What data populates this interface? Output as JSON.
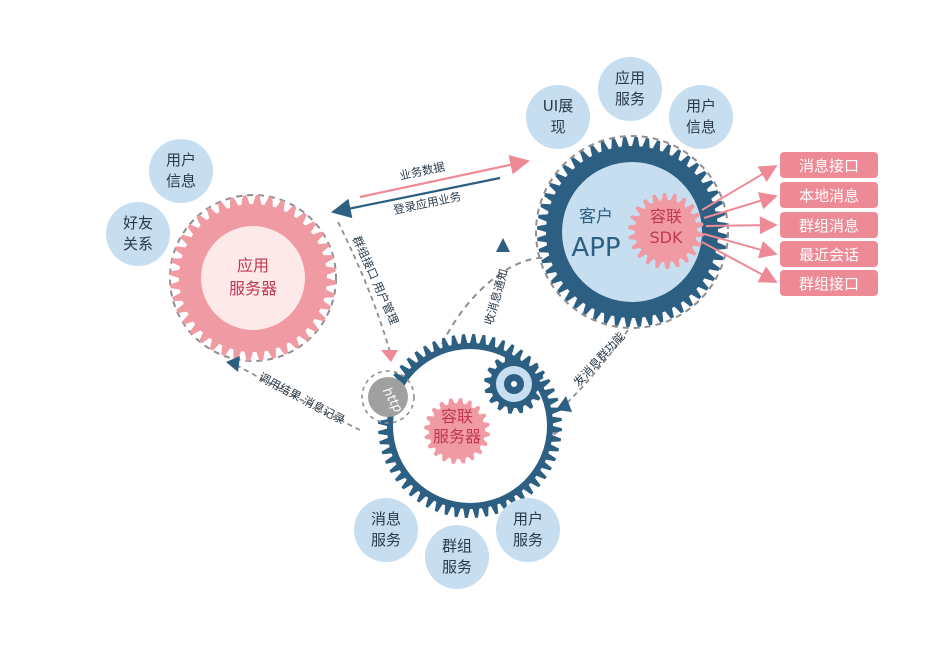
{
  "colors": {
    "navy": "#2d5f83",
    "pink": "#f09aa3",
    "pink_dark": "#e57d89",
    "pink_light": "#fde8ea",
    "light_blue": "#c6def0",
    "tag_bg": "#ee8a95",
    "gray": "#a0a0a0",
    "dash": "#8f8f8f",
    "text": "#2b3a4a",
    "pink_text": "#c0394f"
  },
  "app_server": {
    "line1": "应用",
    "line2": "服务器"
  },
  "client_app": {
    "line1": "客户",
    "line2": "APP"
  },
  "sdk": {
    "line1": "容联",
    "line2": "SDK"
  },
  "rl_server": {
    "line1": "容联",
    "line2": "服务器"
  },
  "http_label": "http",
  "bubbles": {
    "user_info_left": [
      "用户",
      "信息"
    ],
    "friends": [
      "好友",
      "关系"
    ],
    "ui_show": [
      "UI展",
      "现"
    ],
    "app_service": [
      "应用",
      "服务"
    ],
    "user_info_right": [
      "用户",
      "信息"
    ],
    "msg_service": [
      "消息",
      "服务"
    ],
    "group_service": [
      "群组",
      "服务"
    ],
    "user_service": [
      "用户",
      "服务"
    ]
  },
  "sdk_features": [
    "消息接口",
    "本地消息",
    "群组消息",
    "最近会话",
    "群组接口"
  ],
  "flows": {
    "business_data": "业务数据",
    "login_business": "登录应用业务",
    "group_user_mgmt": "群组接口 用户管理",
    "call_result": "调用结果 消息记录",
    "receive_msg": "收消息通知",
    "send_msg_group": "发消息群功能"
  }
}
